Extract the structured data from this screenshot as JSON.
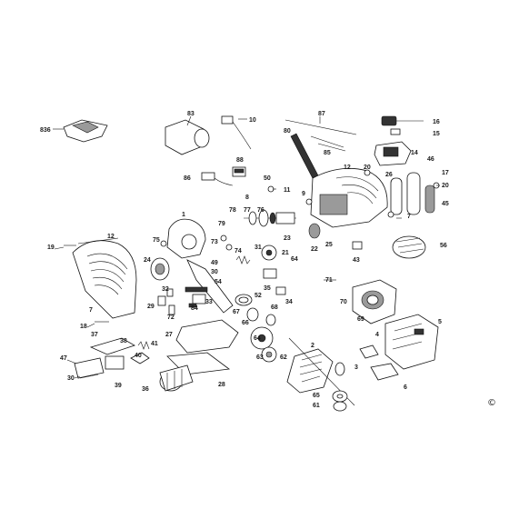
{
  "diagram": {
    "callouts": [
      {
        "id": "83",
        "label": "83"
      },
      {
        "id": "10",
        "label": "10"
      },
      {
        "id": "87",
        "label": "87"
      },
      {
        "id": "16",
        "label": "16"
      },
      {
        "id": "15",
        "label": "15"
      },
      {
        "id": "80",
        "label": "80"
      },
      {
        "id": "85",
        "label": "85"
      },
      {
        "id": "14",
        "label": "14"
      },
      {
        "id": "12a",
        "label": "12"
      },
      {
        "id": "20a",
        "label": "20"
      },
      {
        "id": "26",
        "label": "26"
      },
      {
        "id": "46",
        "label": "46"
      },
      {
        "id": "17",
        "label": "17"
      },
      {
        "id": "88",
        "label": "88"
      },
      {
        "id": "86",
        "label": "86"
      },
      {
        "id": "50",
        "label": "50"
      },
      {
        "id": "11",
        "label": "11"
      },
      {
        "id": "9",
        "label": "9"
      },
      {
        "id": "20b",
        "label": "20"
      },
      {
        "id": "45",
        "label": "45"
      },
      {
        "id": "7a",
        "label": "7"
      },
      {
        "id": "8",
        "label": "8"
      },
      {
        "id": "78",
        "label": "78"
      },
      {
        "id": "77",
        "label": "77"
      },
      {
        "id": "76",
        "label": "76"
      },
      {
        "id": "79",
        "label": "79"
      },
      {
        "id": "1",
        "label": "1"
      },
      {
        "id": "23",
        "label": "23"
      },
      {
        "id": "21",
        "label": "21"
      },
      {
        "id": "22",
        "label": "22"
      },
      {
        "id": "25",
        "label": "25"
      },
      {
        "id": "56",
        "label": "56"
      },
      {
        "id": "19",
        "label": "19"
      },
      {
        "id": "12b",
        "label": "12"
      },
      {
        "id": "75",
        "label": "75"
      },
      {
        "id": "73",
        "label": "73"
      },
      {
        "id": "74",
        "label": "74"
      },
      {
        "id": "31",
        "label": "31"
      },
      {
        "id": "64a",
        "label": "64"
      },
      {
        "id": "43",
        "label": "43"
      },
      {
        "id": "24",
        "label": "24"
      },
      {
        "id": "49",
        "label": "49"
      },
      {
        "id": "30a",
        "label": "30"
      },
      {
        "id": "71",
        "label": "71"
      },
      {
        "id": "54",
        "label": "54"
      },
      {
        "id": "52",
        "label": "52"
      },
      {
        "id": "32",
        "label": "32"
      },
      {
        "id": "35",
        "label": "35"
      },
      {
        "id": "70",
        "label": "70"
      },
      {
        "id": "7b",
        "label": "7"
      },
      {
        "id": "29",
        "label": "29"
      },
      {
        "id": "33",
        "label": "33"
      },
      {
        "id": "84",
        "label": "84"
      },
      {
        "id": "34",
        "label": "34"
      },
      {
        "id": "68",
        "label": "68"
      },
      {
        "id": "67",
        "label": "67"
      },
      {
        "id": "72",
        "label": "72"
      },
      {
        "id": "69",
        "label": "69"
      },
      {
        "id": "5",
        "label": "5"
      },
      {
        "id": "18",
        "label": "18"
      },
      {
        "id": "66",
        "label": "66"
      },
      {
        "id": "27",
        "label": "27"
      },
      {
        "id": "37",
        "label": "37"
      },
      {
        "id": "38",
        "label": "38"
      },
      {
        "id": "41",
        "label": "41"
      },
      {
        "id": "64b",
        "label": "64"
      },
      {
        "id": "4",
        "label": "4"
      },
      {
        "id": "40",
        "label": "40"
      },
      {
        "id": "2",
        "label": "2"
      },
      {
        "id": "47",
        "label": "47"
      },
      {
        "id": "63",
        "label": "63"
      },
      {
        "id": "62",
        "label": "62"
      },
      {
        "id": "3",
        "label": "3"
      },
      {
        "id": "30b",
        "label": "30"
      },
      {
        "id": "39",
        "label": "39"
      },
      {
        "id": "36",
        "label": "36"
      },
      {
        "id": "28",
        "label": "28"
      },
      {
        "id": "6",
        "label": "6"
      },
      {
        "id": "65",
        "label": "65"
      },
      {
        "id": "61",
        "label": "61"
      },
      {
        "id": "836",
        "label": "836"
      }
    ],
    "copyright_symbol": "©"
  }
}
